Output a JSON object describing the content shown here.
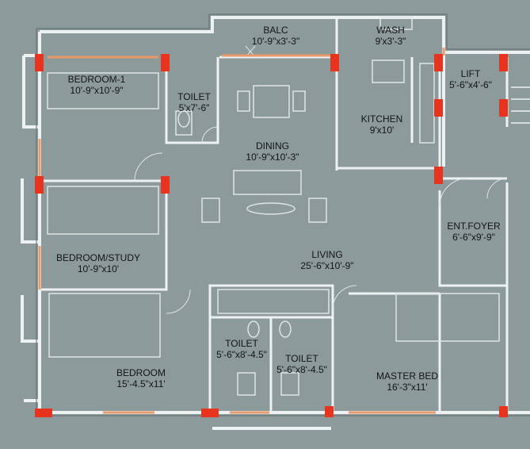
{
  "rooms": {
    "balc": {
      "name": "BALC",
      "size": "10'-9\"x3'-3\""
    },
    "wash": {
      "name": "WASH",
      "size": "9'x3'-3\""
    },
    "bedroom1": {
      "name": "BEDROOM-1",
      "size": "10'-9\"x10'-9\""
    },
    "toilet1": {
      "name": "TOILET",
      "size": "5'x7'-6\""
    },
    "lift": {
      "name": "LIFT",
      "size": "5'-6\"x4'-6\""
    },
    "kitchen": {
      "name": "KITCHEN",
      "size": "9'x10'"
    },
    "dining": {
      "name": "DINING",
      "size": "10'-9\"x10'-3\""
    },
    "foyer": {
      "name": "ENT.FOYER",
      "size": "6'-6\"x9'-9\""
    },
    "study": {
      "name": "BEDROOM/STUDY",
      "size": "10'-9\"x10'"
    },
    "living": {
      "name": "LIVING",
      "size": "25'-6\"x10'-9\""
    },
    "toilet2": {
      "name": "TOILET",
      "size": "5'-6\"x8'-4.5\""
    },
    "toilet3": {
      "name": "TOILET",
      "size": "5'-6\"x8'-4.5\""
    },
    "bedroom": {
      "name": "BEDROOM",
      "size": "15'-4.5\"x11'"
    },
    "master": {
      "name": "MASTER BED",
      "size": "16'-3\"x11'"
    }
  },
  "colors": {
    "background": "#8c9a9b",
    "wall": "#eef1f1",
    "wall_line": "#5f6c6d",
    "column": "#e8331f",
    "window": "#e89a6a",
    "furniture": "#dfe5e5"
  }
}
